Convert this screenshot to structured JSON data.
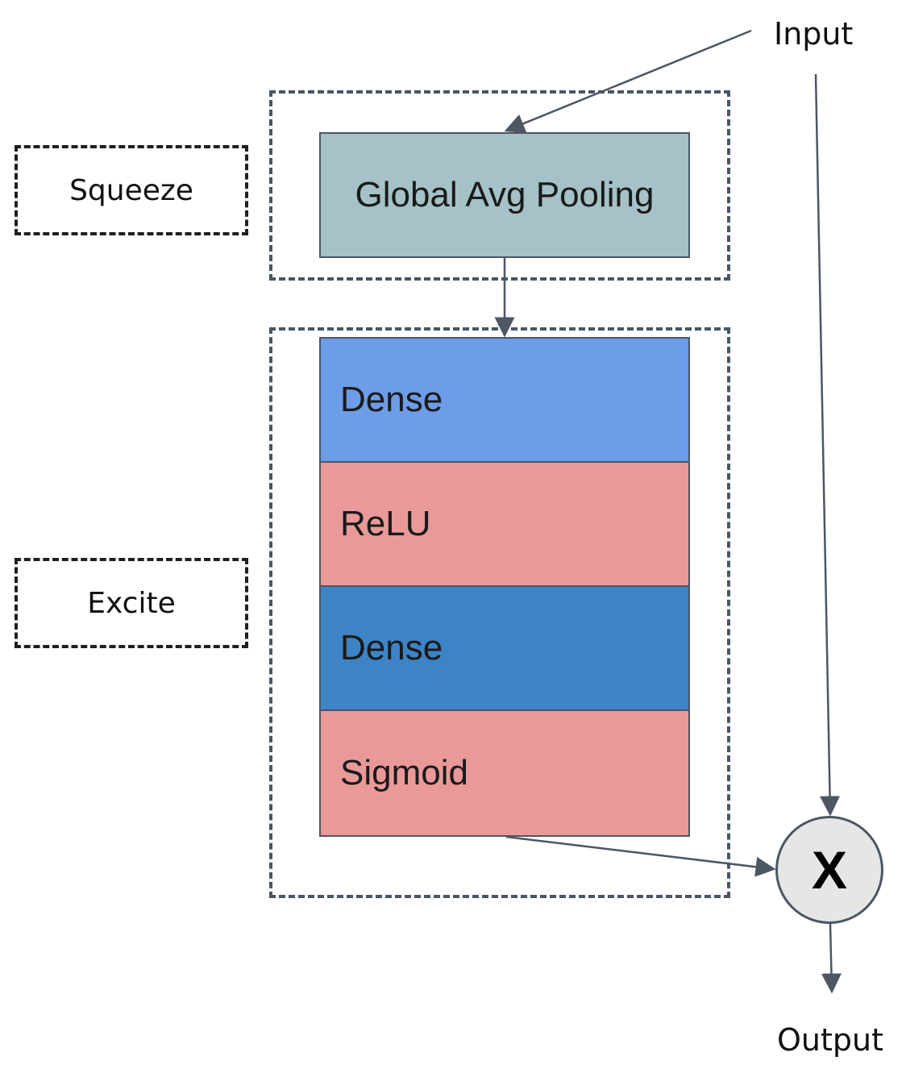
{
  "labels": {
    "input": "Input",
    "output": "Output",
    "squeeze": "Squeeze",
    "excite": "Excite",
    "multiply": "X"
  },
  "layers": [
    {
      "id": "global-avg-pooling",
      "label": "Global Avg Pooling",
      "color": "#a4c2c8"
    },
    {
      "id": "dense-1",
      "label": "Dense",
      "color": "#6d9ce8"
    },
    {
      "id": "relu",
      "label": "ReLU",
      "color": "#ea9999"
    },
    {
      "id": "dense-2",
      "label": "Dense",
      "color": "#3d84c6"
    },
    {
      "id": "sigmoid",
      "label": "Sigmoid",
      "color": "#ea9999"
    }
  ]
}
